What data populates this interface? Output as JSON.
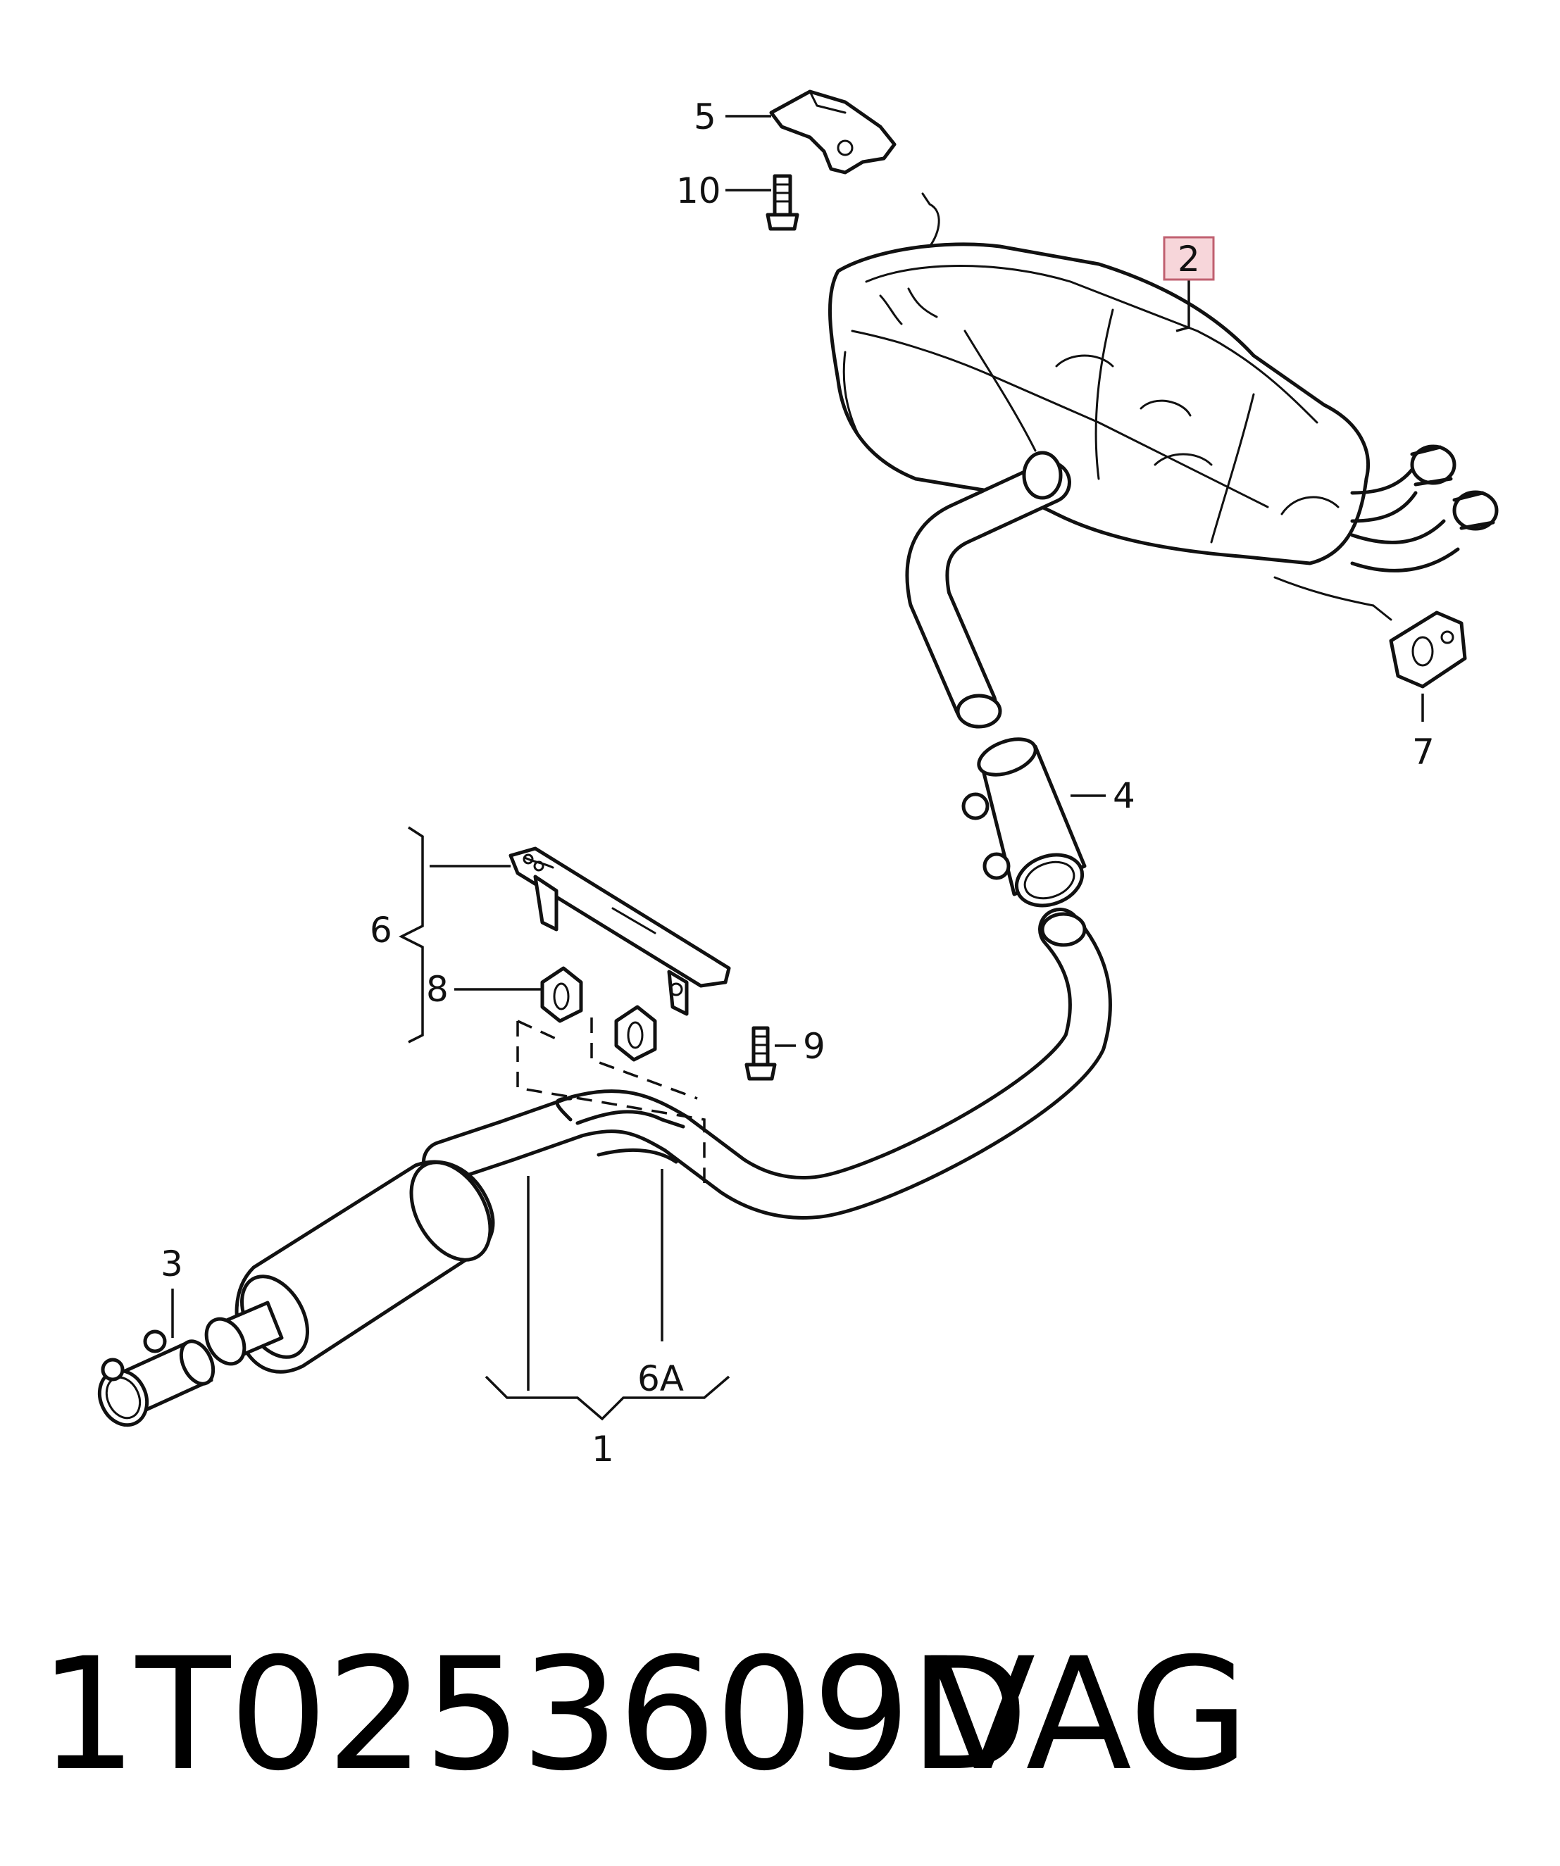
{
  "diagram": {
    "callouts": {
      "c1": "1",
      "c2": "2",
      "c3": "3",
      "c4": "4",
      "c5": "5",
      "c6": "6",
      "c6a": "6A",
      "c7": "7",
      "c8": "8",
      "c9": "9",
      "c10": "10"
    },
    "highlight_color": "#f3c6cc",
    "line_color": "#111111"
  },
  "footer": {
    "part_number": "1T0253609D",
    "brand": "VAG"
  }
}
